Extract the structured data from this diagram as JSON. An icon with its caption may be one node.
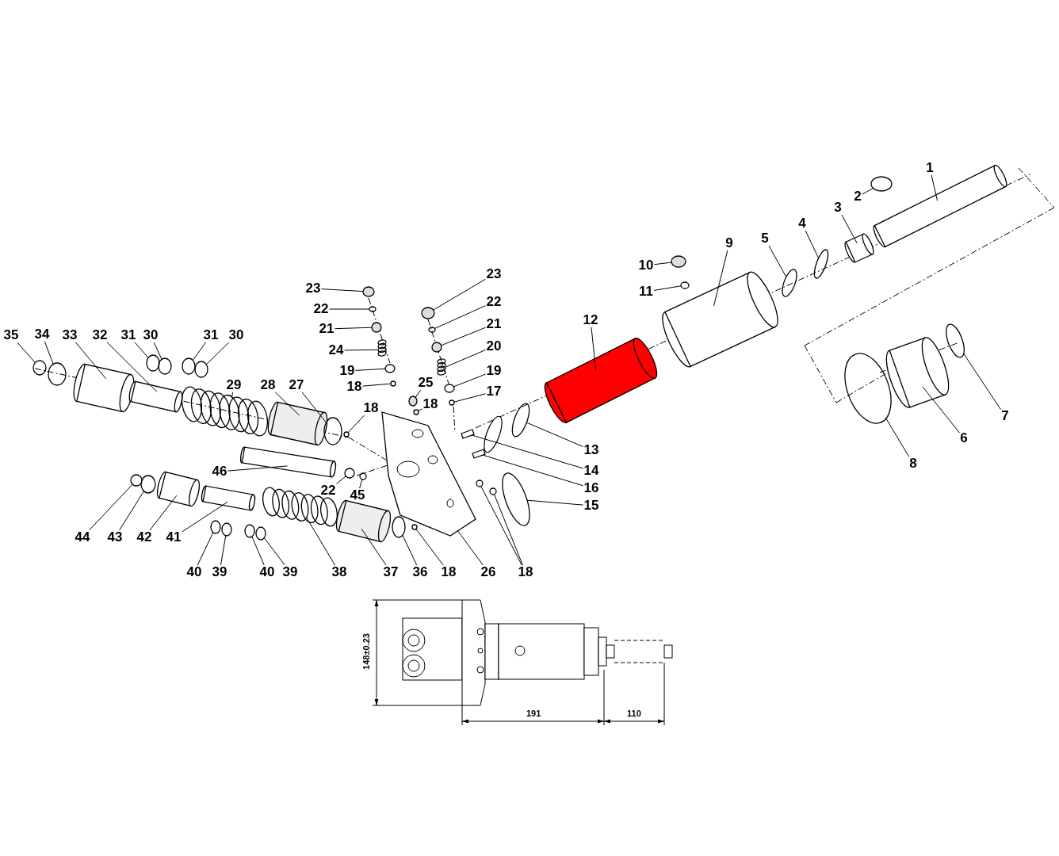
{
  "diagram": {
    "nodes": [
      {
        "text": [
          "1"
        ]
      },
      {
        "text": [
          "2"
        ]
      },
      {
        "text": [
          "23"
        ]
      },
      {
        "text": [
          "23"
        ]
      },
      {
        "text": [
          "10"
        ]
      },
      {
        "text": [
          "11"
        ]
      },
      {
        "text": [
          "9"
        ]
      },
      {
        "text": [
          "5"
        ]
      },
      {
        "text": [
          "4"
        ]
      },
      {
        "text": [
          "3"
        ]
      },
      {
        "text": [
          "22"
        ]
      },
      {
        "text": [
          "22"
        ]
      },
      {
        "text": [
          "21"
        ]
      },
      {
        "text": [
          "21"
        ]
      },
      {
        "text": [
          "12"
        ]
      },
      {
        "text": [
          "24"
        ]
      },
      {
        "text": [
          "20"
        ]
      },
      {
        "text": [
          "35"
        ]
      },
      {
        "text": [
          "34"
        ]
      },
      {
        "text": [
          "33"
        ]
      },
      {
        "text": [
          "32"
        ]
      },
      {
        "text": [
          "31"
        ]
      },
      {
        "text": [
          "30"
        ]
      },
      {
        "text": [
          "31"
        ]
      },
      {
        "text": [
          "30"
        ]
      },
      {
        "text": [
          "19"
        ]
      },
      {
        "text": [
          "19"
        ]
      },
      {
        "text": [
          "18"
        ]
      },
      {
        "text": [
          "25"
        ]
      },
      {
        "text": [
          "17"
        ]
      },
      {
        "text": [
          "29"
        ]
      },
      {
        "text": [
          "28"
        ]
      },
      {
        "text": [
          "27"
        ]
      },
      {
        "text": [
          "18"
        ]
      },
      {
        "text": [
          "18"
        ]
      },
      {
        "text": [
          "13"
        ]
      },
      {
        "text": [
          "14"
        ]
      },
      {
        "text": [
          "16"
        ]
      },
      {
        "text": [
          "15"
        ]
      },
      {
        "text": [
          "46"
        ]
      },
      {
        "text": [
          "22"
        ]
      },
      {
        "text": [
          "45"
        ]
      },
      {
        "text": [
          "44"
        ]
      },
      {
        "text": [
          "43"
        ]
      },
      {
        "text": [
          "42"
        ]
      },
      {
        "text": [
          "41"
        ]
      },
      {
        "text": [
          "40"
        ]
      },
      {
        "text": [
          "39"
        ]
      },
      {
        "text": [
          "40"
        ]
      },
      {
        "text": [
          "39"
        ]
      },
      {
        "text": [
          "38"
        ]
      },
      {
        "text": [
          "37"
        ]
      },
      {
        "text": [
          "36"
        ]
      },
      {
        "text": [
          "18"
        ]
      },
      {
        "text": [
          "26"
        ]
      },
      {
        "text": [
          "18"
        ]
      },
      {
        "text": [
          "8"
        ]
      },
      {
        "text": [
          "6"
        ]
      },
      {
        "text": [
          "7"
        ]
      },
      {
        "text": [],
        "shape": "cylinder"
      },
      {
        "text": [],
        "shape": "circle"
      },
      {
        "text": [],
        "shape": "circle"
      },
      {
        "text": [],
        "shape": "circle"
      },
      {
        "text": [],
        "shape": "circle"
      },
      {
        "text": [],
        "shape": "circle"
      },
      {
        "text": [],
        "shape": "cylinder"
      },
      {
        "text": [],
        "shape": "circle"
      },
      {
        "text": [],
        "shape": "circle"
      },
      {
        "text": [],
        "shape": "cylinder"
      },
      {
        "text": [],
        "shape": "circle"
      },
      {
        "text": [],
        "shape": "circle"
      },
      {
        "text": [],
        "shape": "circle"
      },
      {
        "text": [],
        "shape": "circle"
      },
      {
        "text": [],
        "shape": "cylinder"
      },
      {
        "text": [],
        "shape": "spring"
      },
      {
        "text": [],
        "shape": "spring"
      },
      {
        "text": [],
        "shape": "circle"
      },
      {
        "text": [],
        "shape": "circle"
      },
      {
        "text": [],
        "shape": "cylinder"
      },
      {
        "text": [],
        "shape": "cylinder"
      },
      {
        "text": [],
        "shape": "circle"
      },
      {
        "text": [],
        "shape": "circle"
      },
      {
        "text": [],
        "shape": "circle"
      },
      {
        "text": [],
        "shape": "circle"
      },
      {
        "text": [],
        "shape": "circle"
      },
      {
        "text": [],
        "shape": "circle"
      },
      {
        "text": [],
        "shape": "circle"
      },
      {
        "text": [],
        "shape": "circle"
      },
      {
        "text": [],
        "shape": "circle"
      },
      {
        "text": [],
        "shape": "spring"
      },
      {
        "text": [],
        "shape": "cylinder"
      },
      {
        "text": [],
        "shape": "circle"
      },
      {
        "text": [],
        "shape": "circle"
      },
      {
        "text": [],
        "shape": "circle"
      },
      {
        "text": [],
        "shape": "circle"
      },
      {
        "text": [],
        "shape": "box"
      },
      {
        "text": [],
        "shape": "box"
      },
      {
        "text": [],
        "shape": "circle"
      },
      {
        "text": [],
        "shape": "cylinder"
      },
      {
        "text": [],
        "shape": "circle"
      },
      {
        "text": [],
        "shape": "circle"
      },
      {
        "text": [],
        "shape": "circle"
      },
      {
        "text": [],
        "shape": "circle"
      },
      {
        "text": [],
        "shape": "cylinder"
      },
      {
        "text": [],
        "shape": "cylinder"
      },
      {
        "text": [],
        "shape": "circle"
      },
      {
        "text": [],
        "shape": "circle"
      },
      {
        "text": [],
        "shape": "circle"
      },
      {
        "text": [],
        "shape": "circle"
      },
      {
        "text": [],
        "shape": "spring"
      },
      {
        "text": [],
        "shape": "cylinder"
      },
      {
        "text": [],
        "shape": "circle"
      },
      {
        "text": [],
        "shape": "circle"
      },
      {
        "text": [],
        "shape": "box"
      },
      {
        "text": [],
        "shape": "circle"
      },
      {
        "text": [],
        "shape": "circle"
      },
      {
        "text": [],
        "shape": "circle"
      },
      {
        "text": [],
        "shape": "cylinder"
      },
      {
        "text": [],
        "shape": "circle"
      }
    ],
    "edges": [
      {
        "from": 0,
        "to": 59,
        "arrow": "none"
      },
      {
        "from": 1,
        "to": 60,
        "arrow": "none"
      },
      {
        "from": 2,
        "to": 61,
        "arrow": "none"
      },
      {
        "from": 3,
        "to": 62,
        "arrow": "none"
      },
      {
        "from": 4,
        "to": 63,
        "arrow": "none"
      },
      {
        "from": 5,
        "to": 64,
        "arrow": "none"
      },
      {
        "from": 6,
        "to": 65,
        "arrow": "none"
      },
      {
        "from": 7,
        "to": 66,
        "arrow": "none"
      },
      {
        "from": 8,
        "to": 67,
        "arrow": "none"
      },
      {
        "from": 9,
        "to": 68,
        "arrow": "none"
      },
      {
        "from": 10,
        "to": 69,
        "arrow": "none"
      },
      {
        "from": 11,
        "to": 70,
        "arrow": "none"
      },
      {
        "from": 12,
        "to": 71,
        "arrow": "none"
      },
      {
        "from": 13,
        "to": 72,
        "arrow": "none"
      },
      {
        "from": 14,
        "to": 73,
        "arrow": "none"
      },
      {
        "from": 15,
        "to": 74,
        "arrow": "none"
      },
      {
        "from": 16,
        "to": 75,
        "arrow": "none"
      },
      {
        "from": 17,
        "to": 76,
        "arrow": "none"
      },
      {
        "from": 18,
        "to": 77,
        "arrow": "none"
      },
      {
        "from": 19,
        "to": 78,
        "arrow": "none"
      },
      {
        "from": 20,
        "to": 79,
        "arrow": "none"
      },
      {
        "from": 21,
        "to": 80,
        "arrow": "none"
      },
      {
        "from": 22,
        "to": 81,
        "arrow": "none"
      },
      {
        "from": 23,
        "to": 82,
        "arrow": "none"
      },
      {
        "from": 24,
        "to": 83,
        "arrow": "none"
      },
      {
        "from": 25,
        "to": 84,
        "arrow": "none"
      },
      {
        "from": 26,
        "to": 85,
        "arrow": "none"
      },
      {
        "from": 27,
        "to": 86,
        "arrow": "none"
      },
      {
        "from": 28,
        "to": 87,
        "arrow": "none"
      },
      {
        "from": 29,
        "to": 88,
        "arrow": "none"
      },
      {
        "from": 30,
        "to": 89,
        "arrow": "none"
      },
      {
        "from": 31,
        "to": 90,
        "arrow": "none"
      },
      {
        "from": 32,
        "to": 91,
        "arrow": "none"
      },
      {
        "from": 33,
        "to": 92,
        "arrow": "none"
      },
      {
        "from": 34,
        "to": 93,
        "arrow": "none"
      },
      {
        "from": 35,
        "to": 94,
        "arrow": "none"
      },
      {
        "from": 36,
        "to": 95,
        "arrow": "none"
      },
      {
        "from": 37,
        "to": 96,
        "arrow": "none"
      },
      {
        "from": 38,
        "to": 97,
        "arrow": "none"
      },
      {
        "from": 39,
        "to": 98,
        "arrow": "none"
      },
      {
        "from": 40,
        "to": 99,
        "arrow": "none"
      },
      {
        "from": 41,
        "to": 100,
        "arrow": "none"
      },
      {
        "from": 42,
        "to": 101,
        "arrow": "none"
      },
      {
        "from": 43,
        "to": 102,
        "arrow": "none"
      },
      {
        "from": 44,
        "to": 103,
        "arrow": "none"
      },
      {
        "from": 45,
        "to": 104,
        "arrow": "none"
      },
      {
        "from": 46,
        "to": 105,
        "arrow": "none"
      },
      {
        "from": 47,
        "to": 106,
        "arrow": "none"
      },
      {
        "from": 48,
        "to": 107,
        "arrow": "none"
      },
      {
        "from": 49,
        "to": 108,
        "arrow": "none"
      },
      {
        "from": 50,
        "to": 109,
        "arrow": "none"
      },
      {
        "from": 51,
        "to": 110,
        "arrow": "none"
      },
      {
        "from": 52,
        "to": 111,
        "arrow": "none"
      },
      {
        "from": 53,
        "to": 112,
        "arrow": "none"
      },
      {
        "from": 54,
        "to": 113,
        "arrow": "none"
      },
      {
        "from": 55,
        "to": 114,
        "arrow": "none"
      },
      {
        "from": 55,
        "to": 115,
        "arrow": "none"
      },
      {
        "from": 56,
        "to": 116,
        "arrow": "none"
      },
      {
        "from": 57,
        "to": 117,
        "arrow": "none"
      },
      {
        "from": 58,
        "to": 118,
        "arrow": "none"
      }
    ],
    "labels": [
      "148±0.23",
      "191",
      "110"
    ]
  }
}
